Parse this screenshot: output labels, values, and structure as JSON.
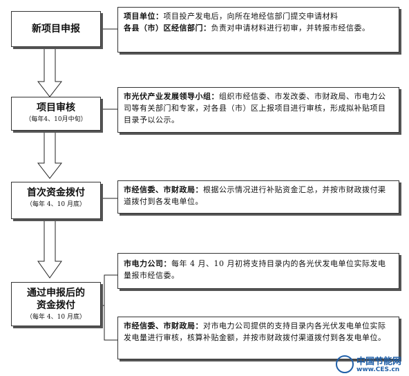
{
  "steps": [
    {
      "title": "新项目申报",
      "note": ""
    },
    {
      "title": "项目审核",
      "note": "（每年4、10月中旬）"
    },
    {
      "title": "首次资金拨付",
      "note": "（每年 4、10 月底）"
    },
    {
      "title_line1": "通过申报后的",
      "title_line2": "资金拨付",
      "note": "（每年 4、10 月底）"
    }
  ],
  "descriptions": {
    "new_project": {
      "line1_label": "项目单位：",
      "line1_text": "项目投产发电后，向所在地经信部门提交申请材料",
      "line2_label": "各县（市）区经信部门：",
      "line2_text": "负责对申请材料进行初审，并转报市经信委。"
    },
    "review": {
      "label": "市光伏产业发展领导小组：",
      "text": "组织市经信委、市发改委、市财政局、市电力公司等有关部门和专家，对各县（市）区上报项目进行审核，形成拟补贴项目目录予以公示。"
    },
    "first_payment": {
      "label": "市经信委、市财政局：",
      "text": "根据公示情况进行补贴资金汇总，并按市财政拨付渠道拨付到各发电单位。"
    },
    "power_company": {
      "label": "市电力公司：",
      "text": "每年 4 月、10 月初将支持目录内的各光伏发电单位实际发电量报市经信委。"
    },
    "later_payment": {
      "label": "市经信委、市财政局：",
      "text": "对市电力公司提供的支持目录内各光伏发电单位实际发电量进行审核，核算补贴金额，并按市财政拨付渠道拨付到各发电单位。"
    }
  },
  "watermark": {
    "title": "中国节能网",
    "url": "www.CES.cn"
  },
  "colors": {
    "border": "#333333",
    "shadow": "#555555",
    "logo": "#1f5fa8"
  }
}
